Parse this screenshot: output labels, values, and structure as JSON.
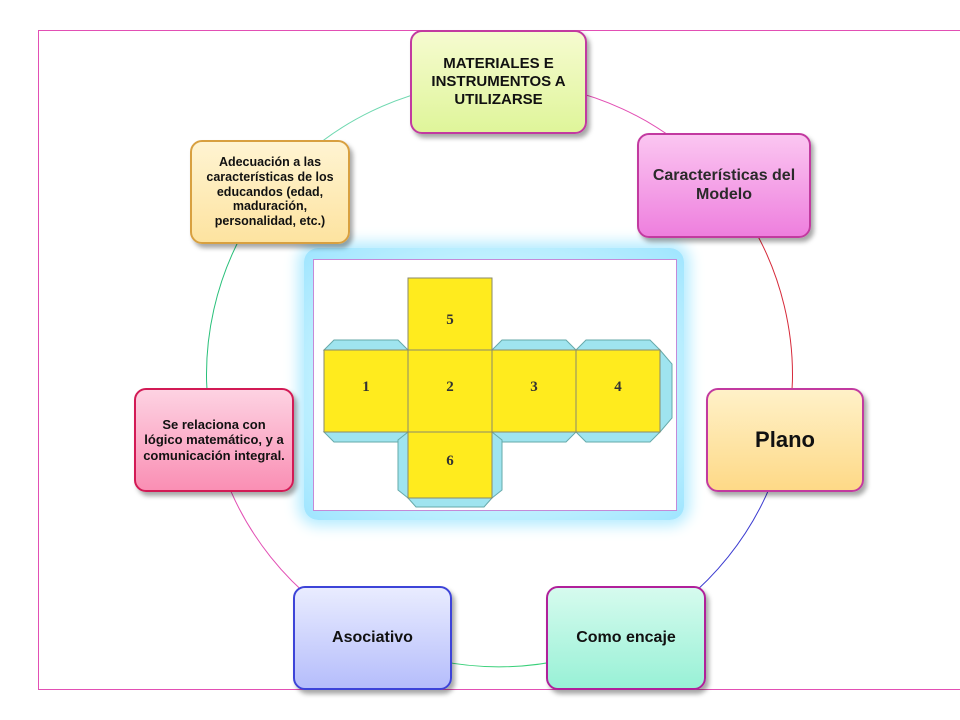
{
  "nodes": {
    "materiales": "MATERIALES E INSTRUMENTOS A UTILIZARSE",
    "caracteristicas": "Características del Modelo",
    "plano": "Plano",
    "encaje": "Como encaje",
    "asociativo": "Asociativo",
    "relaciona": "Se relaciona con lógico matemático, y a comunicación integral.",
    "adecuacion": "Adecuación a las características de los educandos (edad, maduración, personalidad, etc.)"
  },
  "cube_net": {
    "faces": [
      "1",
      "2",
      "3",
      "4",
      "5",
      "6"
    ]
  },
  "colors": {
    "face": "#ffeb1e",
    "tab": "#9fe4ef",
    "ring_top": "#e24fb4",
    "ring_right": "#d62a3a",
    "ring_bottom_right": "#3a3ad0",
    "ring_bottom": "#3ad07a",
    "ring_left": "#29c07a"
  }
}
